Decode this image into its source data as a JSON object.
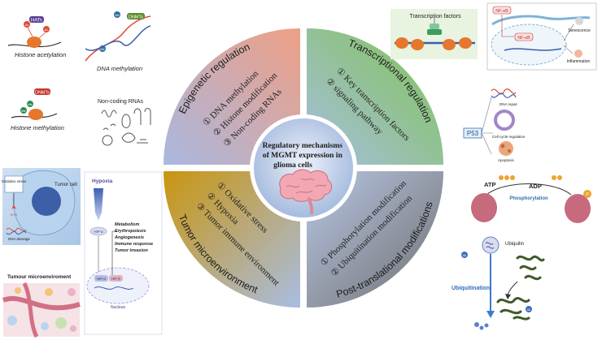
{
  "center": {
    "title_lines": [
      "Regulatory mechanisms",
      "of MGMT expression in",
      "glioma cells"
    ]
  },
  "quadrants": {
    "epigenetic": {
      "title": "Epigenetic regulation",
      "items": [
        "① DNA methylation",
        "② Histone modification",
        "③ Non-coding RNAs"
      ]
    },
    "transcriptional": {
      "title": "Transcriptional regulation",
      "items": [
        "① Key transcription factors",
        "② signaling pathway"
      ]
    },
    "microenvironment": {
      "title": "Tumor microenvironment",
      "items": [
        "① Oxidative stress",
        "② Hypoxia",
        "③ Tumor immune environment"
      ]
    },
    "posttranslational": {
      "title": "Post-translational modifications",
      "items": [
        "① Phosphorylation modification",
        "② Ubiquitination modification"
      ]
    }
  },
  "epigenetic_panel": {
    "histone_acetylation": "Histone acetylation",
    "dna_methylation": "DNA methylation",
    "histone_methylation": "Histone methylation",
    "noncoding": "Non-coding RNAs",
    "hat": "HATs",
    "dnmt": "DNMTs",
    "ac": "Ac",
    "me": "Me"
  },
  "transcription_panel": {
    "label": "Transcription factors",
    "nfkb": "NF-κB",
    "senescence": "Senescence",
    "inflammation": "Inflammation"
  },
  "p53_panel": {
    "p53": "P53",
    "dna_repair": "DNA repair",
    "cell_cycle": "Cell cycle regulation",
    "apoptosis": "Apoptosis"
  },
  "phospho_panel": {
    "atp": "ATP",
    "adp": "ADP",
    "phosphorylation": "Phosphorylation",
    "p": "P"
  },
  "ubiquitin_panel": {
    "ubiquilin": "Ubiquilin",
    "ubiquitination": "Ubiquitination",
    "ub": "Ub"
  },
  "tumor_panel": {
    "oxidative_stress": "Oxidative stress",
    "tumor_cell": "Tumor cell",
    "ros": "ROS",
    "dna_damage": "DNA damage",
    "microenvironment": "Tumour microenviroment"
  },
  "hypoxia_panel": {
    "hypoxia": "Hypoxia",
    "hif": "HIF-α",
    "hif_b": "HIF-β",
    "nucleus": "Nucleus",
    "effects": [
      "Metabolism",
      "Erythropoiesis",
      "Angiogenesis",
      "Immune response",
      "Tumor invasion"
    ]
  },
  "colors": {
    "epigenetic": "#e9a895",
    "transcriptional": "#8cc766",
    "microenvironment": "#c99a2c",
    "posttranslational": "#7d7d7d",
    "center_blue": "#9fb6dc"
  }
}
